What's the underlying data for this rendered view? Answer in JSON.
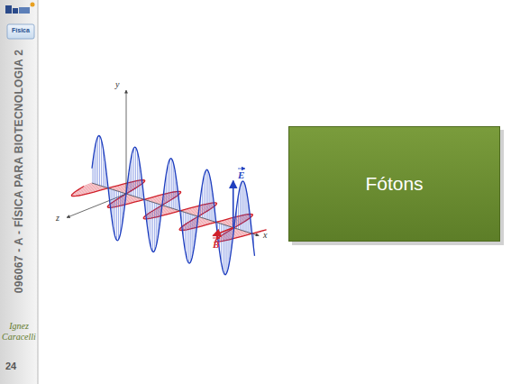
{
  "diagram": {
    "nodes": [
      {
        "text": [
          "Fótons"
        ]
      }
    ],
    "labels": [
      "Física",
      "096067 - A - FÍSICA PARA BIOTECNOLOGIA 2",
      "Ignez Caracelli",
      "24",
      "y",
      "z",
      "x",
      "E",
      "B"
    ]
  }
}
